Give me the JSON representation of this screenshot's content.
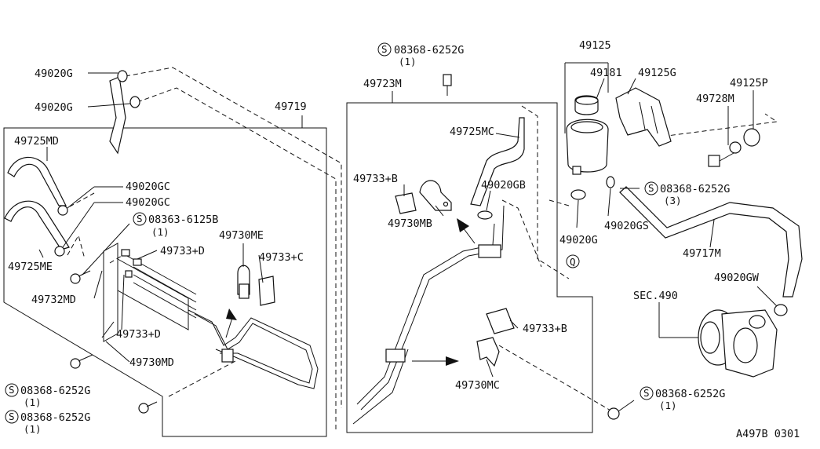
{
  "diagram": {
    "footer_code": "A497B 0301",
    "labels": {
      "p49020G_a": "49020G",
      "p49020G_b": "49020G",
      "p49719": "49719",
      "p49725MD": "49725MD",
      "p49020GC_a": "49020GC",
      "p49020GC_b": "49020GC",
      "p08363": "08363-6125B",
      "p08363_q": "(1)",
      "p49730ME": "49730ME",
      "p49733D_a": "49733+D",
      "p49733C": "49733+C",
      "p49725ME": "49725ME",
      "p49732MD": "49732MD",
      "p49733D_b": "49733+D",
      "p49730MD": "49730MD",
      "p08368_l1": "08368-6252G",
      "p08368_l1_q": "(1)",
      "p08368_l2": "08368-6252G",
      "p08368_l2_q": "(1)",
      "p08368_top": "08368-6252G",
      "p08368_top_q": "(1)",
      "p49723M": "49723M",
      "p49725MC": "49725MC",
      "p49733B_a": "49733+B",
      "p49020GB": "49020GB",
      "p49730MB": "49730MB",
      "p49733B_b": "49733+B",
      "p49730MC": "49730MC",
      "p49125": "49125",
      "p49181": "49181",
      "p49125G": "49125G",
      "p49125P": "49125P",
      "p49728M": "49728M",
      "p08368_r": "08368-6252G",
      "p08368_r_q": "(3)",
      "p49020G_c": "49020G",
      "p49020GS": "49020GS",
      "p49717M": "49717M",
      "p49020GW": "49020GW",
      "sec490": "SEC.490",
      "p08368_br": "08368-6252G",
      "p08368_br_q": "(1)",
      "circle_ref": "Q",
      "s_mark": "S"
    }
  }
}
